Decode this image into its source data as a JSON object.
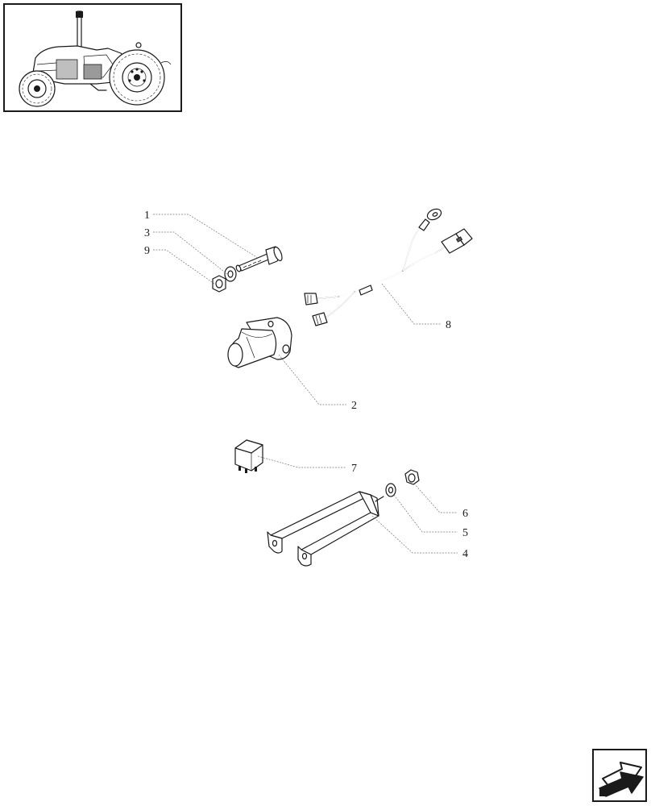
{
  "callouts": {
    "part_1": "1",
    "part_2": "2",
    "part_3": "3",
    "part_4": "4",
    "part_5": "5",
    "part_6": "6",
    "part_7": "7",
    "part_8": "8",
    "part_9": "9"
  },
  "icons": {
    "thumbnail": "tractor-thumbnail-icon",
    "navigation": "next-page-arrow-icon"
  }
}
